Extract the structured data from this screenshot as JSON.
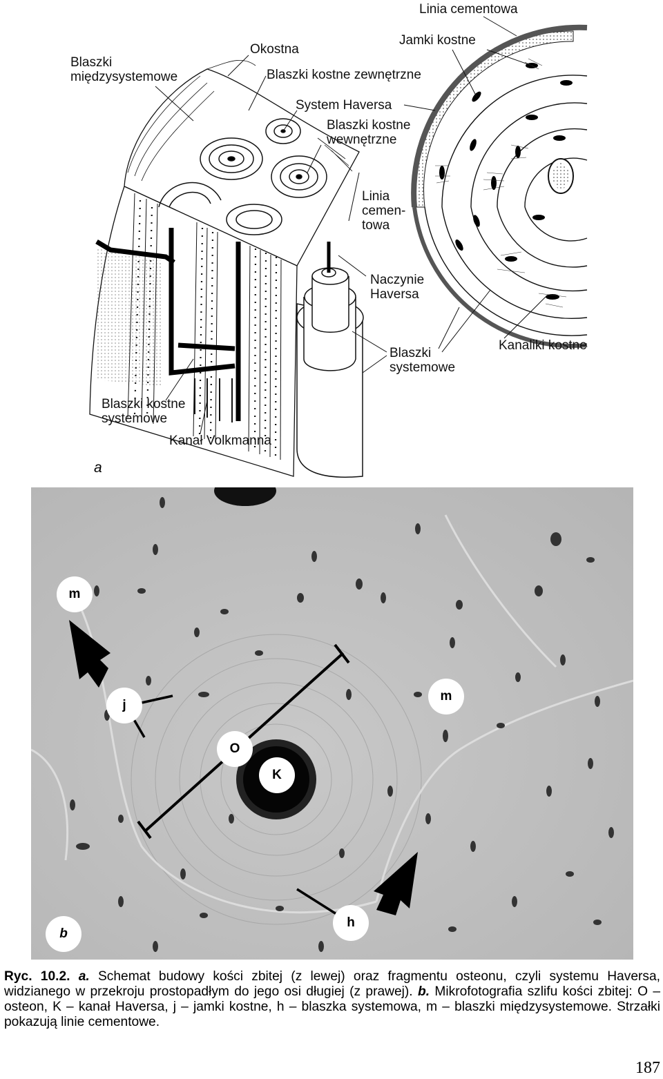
{
  "figure_a": {
    "panel_label": "a",
    "labels": {
      "linia_cementowa_top": "Linia cementowa",
      "jamki_kostne": "Jamki kostne",
      "okostna": "Okostna",
      "blaszki_miedzysystemowe": "Blaszki\nmiędzysystemowe",
      "blaszki_zewnetrzne": "Blaszki kostne zewnętrzne",
      "system_haversa": "System Haversa",
      "blaszki_wewnetrzne": "Blaszki kostne\nwewnętrzne",
      "linia_cementowa_mid": "Linia\ncemen-\ntowa",
      "naczynie_haversa": "Naczynie\nHaversa",
      "blaszki_systemowe_right": "Blaszki\nsystemowe",
      "kanaliki_kostne": "Kanaliki kostne",
      "blaszki_kostne_systemowe": "Blaszki kostne\nsystemowe",
      "kanal_volkmanna": "Kanał Volkmanna"
    }
  },
  "figure_b": {
    "panel_label": "b",
    "markers": {
      "m1": "m",
      "j": "j",
      "m2": "m",
      "o": "O",
      "k": "K",
      "h": "h"
    }
  },
  "caption": {
    "ryc": "Ryc. 10.2.",
    "a_label": "a.",
    "text_a": "Schemat budowy kości zbitej (z lewej) oraz fragmentu osteonu, czyli systemu Haversa, widzianego w przekroju prostopadłym do jego osi długiej (z prawej).",
    "b_label": "b.",
    "text_b": "Mikrofotografia szlifu kości zbitej: O – osteon, K – kanał Haversa, j – jamki kostne, h – blaszka systemowa, m – blaszki międzysystemowe. Strzałki pokazują linie cementowe."
  },
  "page_number": "187"
}
